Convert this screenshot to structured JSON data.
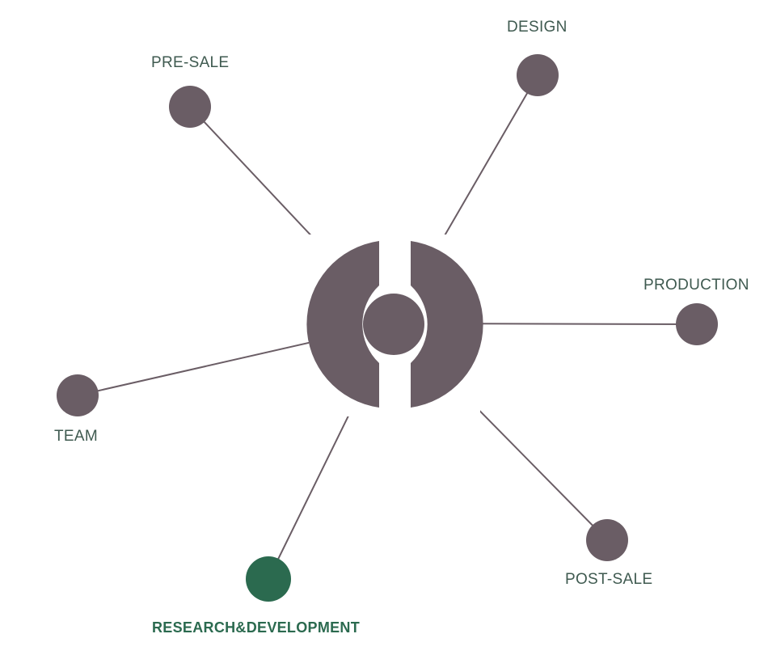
{
  "colors": {
    "node": "#6a5d65",
    "active": "#2b6a4f",
    "label": "#3f5a50"
  },
  "hub": {
    "icon": "hub-ring-icon"
  },
  "nodes": [
    {
      "id": "pre-sale",
      "label": "PRE-SALE",
      "active": false
    },
    {
      "id": "design",
      "label": "DESIGN",
      "active": false
    },
    {
      "id": "production",
      "label": "PRODUCTION",
      "active": false
    },
    {
      "id": "post-sale",
      "label": "POST-SALE",
      "active": false
    },
    {
      "id": "research-development",
      "label": "RESEARCH&DEVELOPMENT",
      "active": true
    },
    {
      "id": "team",
      "label": "TEAM",
      "active": false
    }
  ]
}
